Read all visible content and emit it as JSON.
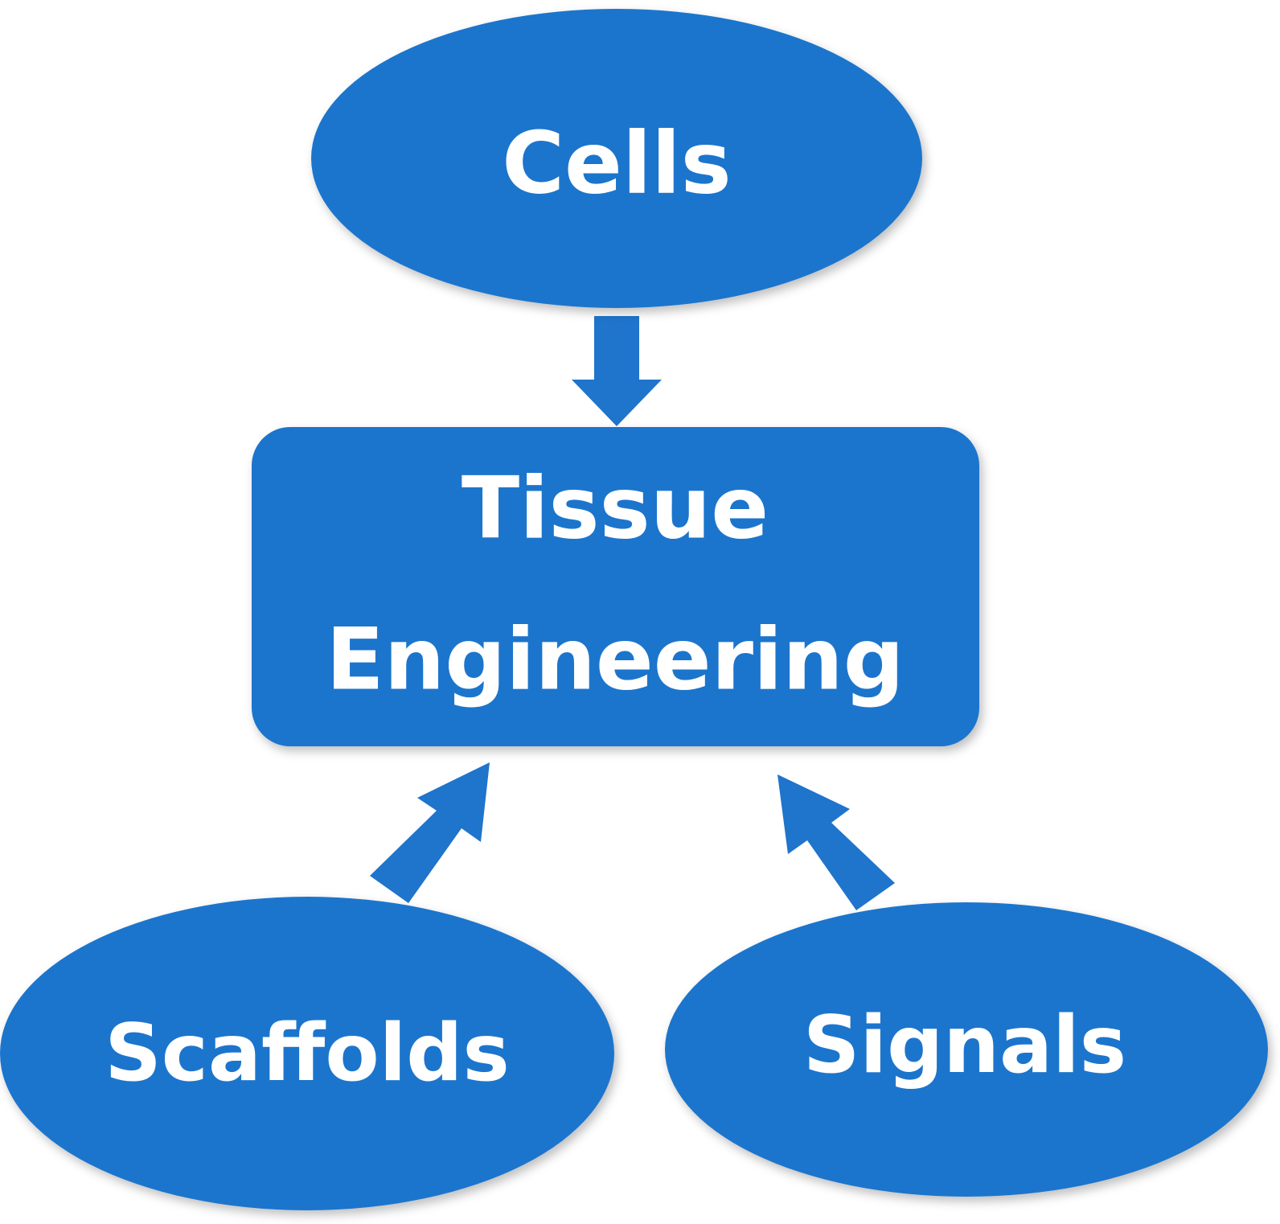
{
  "nodes": {
    "cells": {
      "label": "Cells"
    },
    "tissue_engineering": {
      "line1": "Tissue",
      "line2": "Engineering"
    },
    "scaffolds": {
      "label": "Scaffolds"
    },
    "signals": {
      "label": "Signals"
    }
  },
  "edges": [
    {
      "from": "cells",
      "to": "tissue_engineering"
    },
    {
      "from": "scaffolds",
      "to": "tissue_engineering"
    },
    {
      "from": "signals",
      "to": "tissue_engineering"
    }
  ],
  "colors": {
    "node_fill": "#1f74cc",
    "arrow_fill": "#1f74cc",
    "label_text": "#ffffff",
    "background": "#ffffff"
  }
}
